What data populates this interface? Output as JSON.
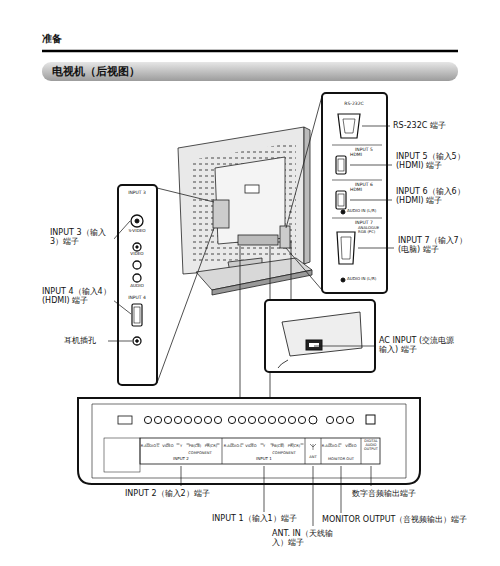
{
  "diagram": {
    "title": "准备",
    "nodes": [
      {
        "text": [
          "电视机（后视图）"
        ]
      }
    ],
    "labels": [
      "RS-232C",
      "INPUT 5",
      "HDMI",
      "INPUT 6",
      "HDMI",
      "AUDIO IN (L/R)",
      "INPUT 7",
      "ANALOGUE RGB (PC)",
      "AUDIO IN (L/R)",
      "RS-232C 端子",
      "INPUT 5（输入5） (HDMI) 端子",
      "INPUT 6（输入6） (HDMI) 端子",
      "INPUT 7（输入7）(电脑) 端子",
      "INPUT 3",
      "S-VIDEO",
      "VIDEO",
      "AUDIO",
      "INPUT 4",
      "INPUT 3（输入 3）端子",
      "INPUT 4（输入4） (HDMI) 端子",
      "耳机插孔",
      "AC INPUT (交流电源输入) 端子",
      "R-AUDIO-L",
      "VIDEO",
      "Y",
      "PB(CB)",
      "PR(CR)",
      "COMPONENT",
      "INPUT 2",
      "R-AUDIO-L",
      "VIDEO",
      "Y",
      "PB(CB)",
      "PR(CR)",
      "COMPONENT",
      "INPUT 1",
      "ANT",
      "R-AUDIO-L",
      "VIDEO",
      "MONITOR OUT",
      "DIGITAL AUDIO OUTPUT",
      "INPUT 2（输入2）端子",
      "INPUT 1（输入1）端子",
      "ANT. IN（天线输入）端子",
      "MONITOR OUTPUT（音视频输出）端子",
      "数字音频输出端子"
    ]
  }
}
